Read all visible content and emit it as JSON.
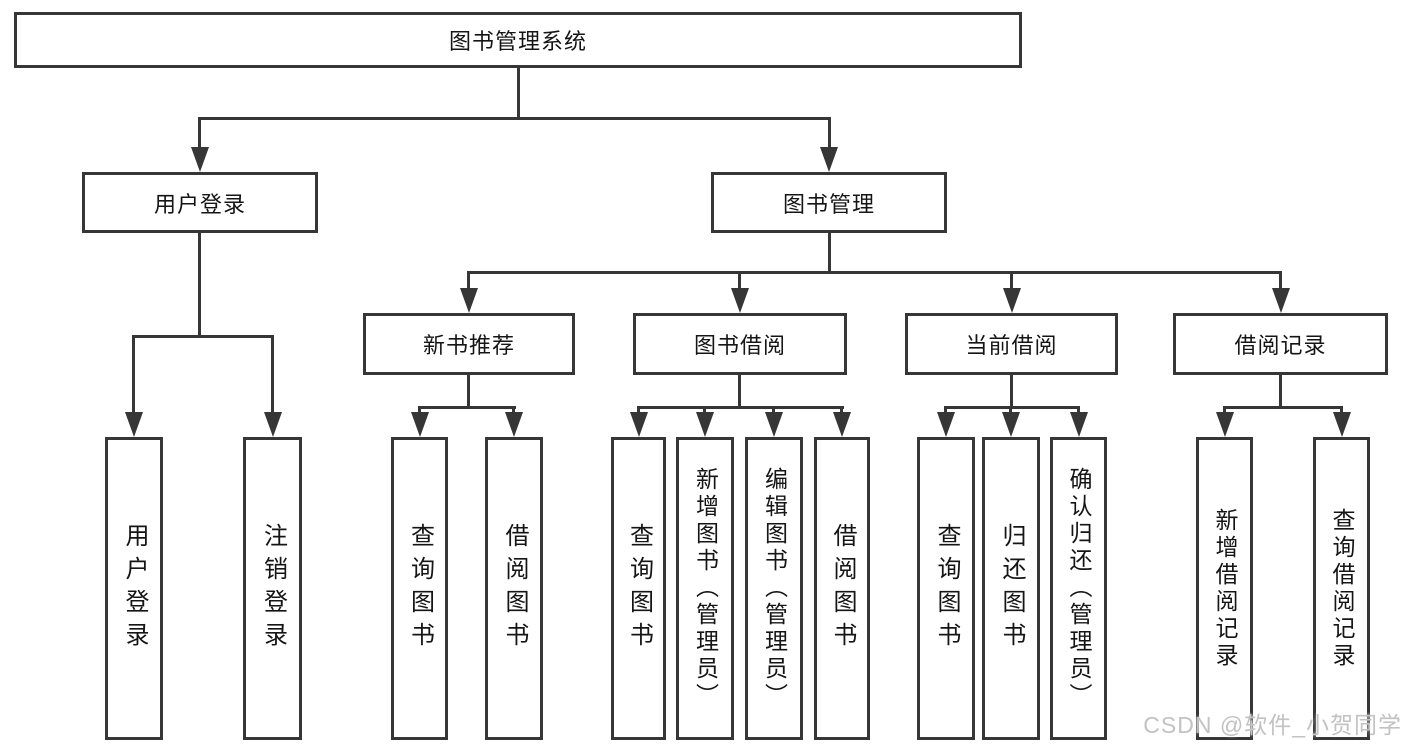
{
  "diagram_type": "hierarchy-tree",
  "tree": {
    "label": "图书管理系统",
    "children": [
      {
        "label": "用户登录",
        "children": [
          {
            "label": "用户登录"
          },
          {
            "label": "注销登录"
          }
        ]
      },
      {
        "label": "图书管理",
        "children": [
          {
            "label": "新书推荐",
            "children": [
              {
                "label": "查询图书"
              },
              {
                "label": "借阅图书"
              }
            ]
          },
          {
            "label": "图书借阅",
            "children": [
              {
                "label": "查询图书"
              },
              {
                "label": "新增图书（管理员）"
              },
              {
                "label": "编辑图书（管理员）"
              },
              {
                "label": "借阅图书"
              }
            ]
          },
          {
            "label": "当前借阅",
            "children": [
              {
                "label": "查询图书"
              },
              {
                "label": "归还图书"
              },
              {
                "label": "确认归还（管理员）"
              }
            ]
          },
          {
            "label": "借阅记录",
            "children": [
              {
                "label": "新增借阅记录"
              },
              {
                "label": "查询借阅记录"
              }
            ]
          }
        ]
      }
    ]
  },
  "watermark": "CSDN @软件_小贺同学",
  "colors": {
    "line": "#363636",
    "text": "#151515",
    "background": "#ffffff",
    "watermark": "#c2c2c2"
  }
}
